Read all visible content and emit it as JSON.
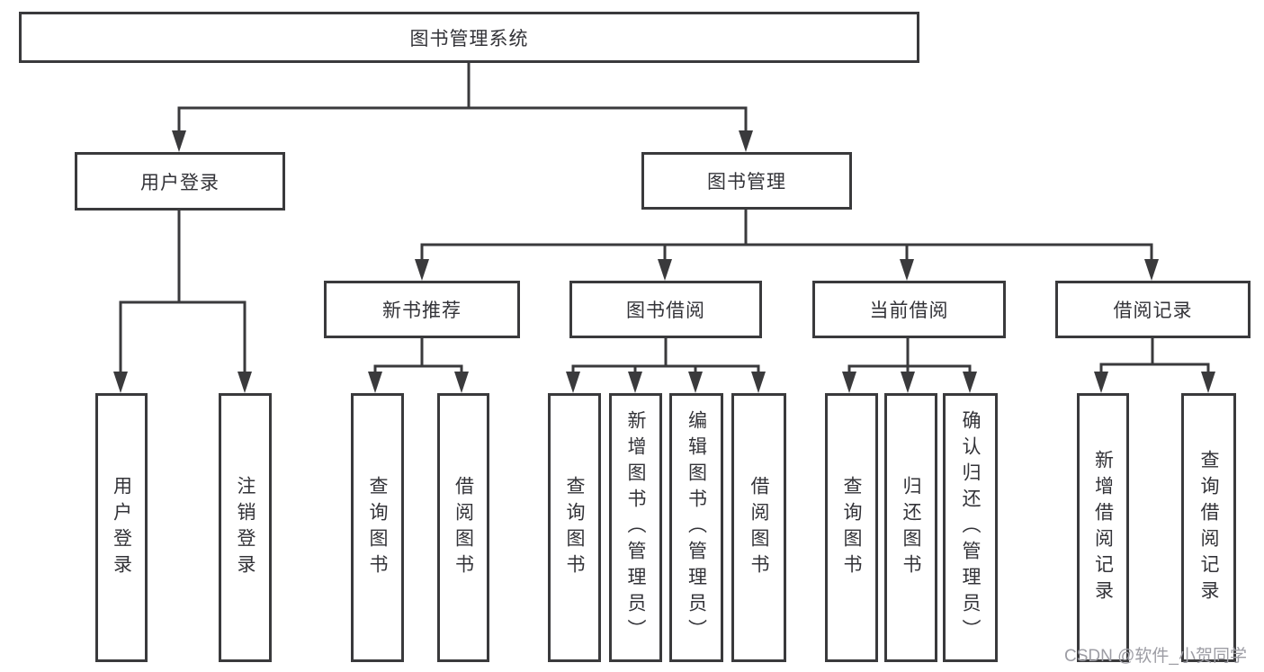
{
  "nodes": {
    "root": {
      "label": "图书管理系统"
    },
    "branches": [
      {
        "label": "用户登录"
      },
      {
        "label": "图书管理"
      }
    ],
    "modules": [
      {
        "label": "新书推荐"
      },
      {
        "label": "图书借阅"
      },
      {
        "label": "当前借阅"
      },
      {
        "label": "借阅记录"
      }
    ],
    "leaves": [
      {
        "label": "用户登录"
      },
      {
        "label": "注销登录"
      },
      {
        "label": "查询图书"
      },
      {
        "label": "借阅图书"
      },
      {
        "label": "查询图书"
      },
      {
        "label": "新增图书（管理员）"
      },
      {
        "label": "编辑图书（管理员）"
      },
      {
        "label": "借阅图书"
      },
      {
        "label": "查询图书"
      },
      {
        "label": "归还图书"
      },
      {
        "label": "确认归还（管理员）"
      },
      {
        "label": "新增借阅记录"
      },
      {
        "label": "查询借阅记录"
      }
    ]
  },
  "watermark": {
    "text": "CSDN @软件_小贺同学"
  },
  "colors": {
    "line": "#3a3a3c",
    "text": "#333338",
    "watermark": "#9d9da4",
    "background": "#ffffff"
  }
}
